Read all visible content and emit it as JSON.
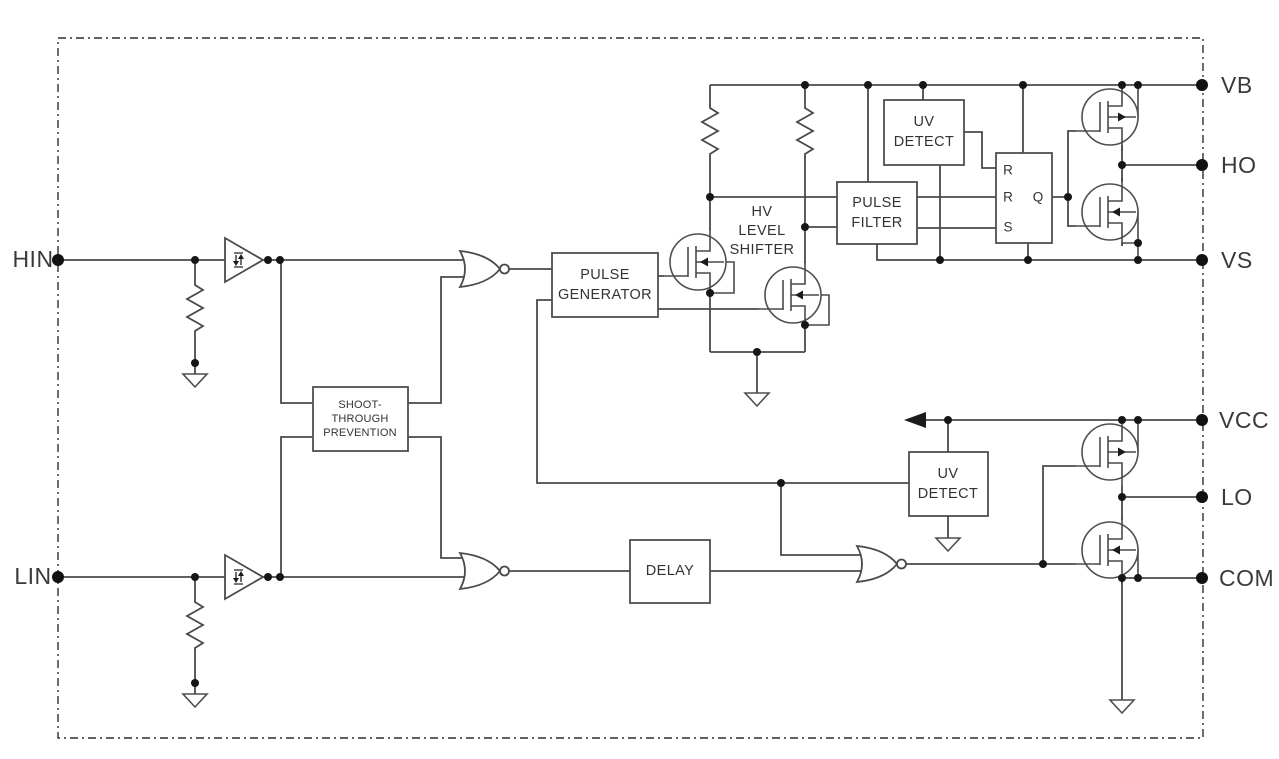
{
  "diagram_type": "gate-driver-ic-block-diagram",
  "pins": {
    "left": [
      {
        "label": "HIN"
      },
      {
        "label": "LIN"
      }
    ],
    "right": [
      {
        "label": "VB"
      },
      {
        "label": "HO"
      },
      {
        "label": "VS"
      },
      {
        "label": "VCC"
      },
      {
        "label": "LO"
      },
      {
        "label": "COM"
      }
    ]
  },
  "blocks": {
    "shoot_through_prevention": [
      "SHOOT-",
      "THROUGH",
      "PREVENTION"
    ],
    "pulse_generator": [
      "PULSE",
      "GENERATOR"
    ],
    "hv_level_shifter": [
      "HV",
      "LEVEL",
      "SHIFTER"
    ],
    "pulse_filter": [
      "PULSE",
      "FILTER"
    ],
    "uv_detect_high": [
      "UV",
      "DETECT"
    ],
    "uv_detect_low": [
      "UV",
      "DETECT"
    ],
    "delay": [
      "DELAY"
    ]
  },
  "latch": {
    "in1": "R",
    "in2": "R",
    "in3": "S",
    "out": "Q"
  },
  "colors": {
    "wire": "#4a4a4a",
    "text": "#333333",
    "pin_text": "#3a3a3a",
    "background": "#ffffff"
  }
}
